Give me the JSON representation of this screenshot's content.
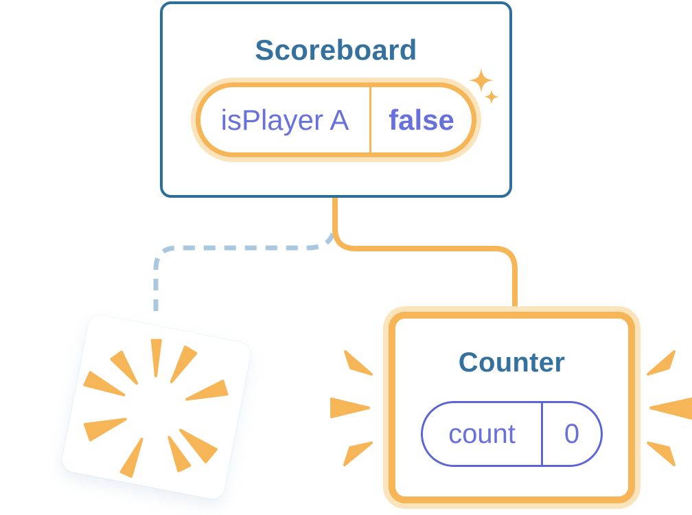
{
  "colors": {
    "accent_orange": "#F6B557",
    "accent_orange_soft": "#FBE3BB",
    "state_purple": "#6770DB",
    "state_pill_border_purple": "#5C64D6",
    "component_border_blue": "#2D6F99",
    "component_title_blue": "#35719E",
    "removed_branch_blue": "#A9C7DE",
    "card_background": "#FFFFFF"
  },
  "scoreboard_card": {
    "title": "Scoreboard",
    "pill": {
      "label": "isPlayer A",
      "value": "false"
    },
    "decoration": "sparkles-icon"
  },
  "counter_card": {
    "title": "Counter",
    "pill": {
      "label": "count",
      "value": "0"
    },
    "decoration": "emphasis-rays-icon"
  },
  "destroyed_card": {
    "decoration": "poof-burst-icon"
  }
}
